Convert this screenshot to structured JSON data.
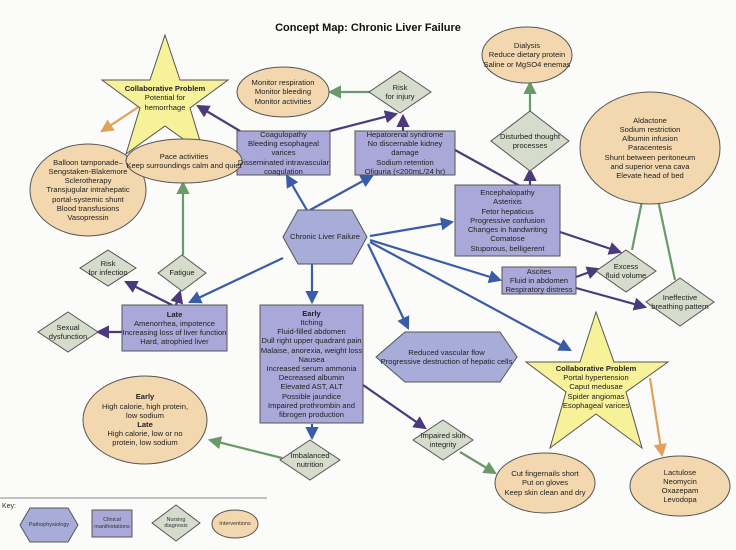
{
  "title": "Concept Map: Chronic Liver Failure",
  "colors": {
    "pathophysiology": "#a7acd8",
    "clinical": "#aaa8d8",
    "nursing": "#d6dccb",
    "interventions": "#f3d8af",
    "collaborative": "#f7f199",
    "arrow_blue": "#3a5ba8",
    "arrow_purple": "#4a3a7c",
    "arrow_green": "#6a9a6a",
    "arrow_orange": "#e0a060"
  },
  "nodes": {
    "star_hemorrhage": {
      "header": "Collaborative Problem",
      "lines": [
        "Potential for",
        "hemorrhage"
      ]
    },
    "balloon": {
      "lines": [
        "Balloon tamponade–",
        "Sengstaken-Blakemore",
        "Sclerotherapy",
        "Transjugular intrahepatic",
        "portal-systemic shunt",
        "Blood transfusions",
        "Vasopressin"
      ]
    },
    "monitor": {
      "lines": [
        "Monitor respiration",
        "Monitor bleeding",
        "Monitor activities"
      ]
    },
    "risk_injury": {
      "lines": [
        "Risk",
        "for injury"
      ]
    },
    "coagulopathy": {
      "lines": [
        "Coagulopathy",
        "Bleeding esophageal varices",
        "Disseminated intravascular",
        "coagulation"
      ]
    },
    "hepatorenal": {
      "lines": [
        "Hepatorenal syndrome",
        "No discernable kidney damage",
        "Sodium retention",
        "Oliguria (<200mL/24 hr)"
      ]
    },
    "dialysis": {
      "lines": [
        "Dialysis",
        "Reduce dietary protein",
        "Saline or MgSO4 enemas"
      ]
    },
    "disturbed": {
      "lines": [
        "Disturbed thought",
        "processes"
      ]
    },
    "aldactone": {
      "lines": [
        "Aldactone",
        "Sodium restriction",
        "Albumin infusion",
        "Paracentesis",
        "Shunt between peritoneum",
        "and superior vena cava",
        "Elevate head of bed"
      ]
    },
    "encephalopathy": {
      "lines": [
        "Encephalopathy",
        "Asterixis",
        "Fetor hepaticus",
        "Progressive confusion",
        "Changes in handwriting",
        "Comatose",
        "Stuporous, belligerent"
      ]
    },
    "pace": {
      "lines": [
        "Pace activities",
        "Keep surroundings calm and quiet"
      ]
    },
    "clf": {
      "lines": [
        "Chronic Liver Failure"
      ]
    },
    "fatigue": {
      "lines": [
        "Fatigue"
      ]
    },
    "risk_infection": {
      "lines": [
        "Risk",
        "for infection"
      ]
    },
    "excess_fluid": {
      "lines": [
        "Excess",
        "fluid volume"
      ]
    },
    "ascites": {
      "lines": [
        "Ascites",
        "Fluid in abdomen",
        "Respiratory distress"
      ]
    },
    "breathing": {
      "lines": [
        "Ineffective",
        "breathing pattern"
      ]
    },
    "late": {
      "header": "Late",
      "lines": [
        "Amenorrhea, impotence",
        "Increasing loss of liver function",
        "Hard, atrophied liver"
      ]
    },
    "sexual": {
      "lines": [
        "Sexual",
        "dysfunction"
      ]
    },
    "early": {
      "header": "Early",
      "lines": [
        "Itching",
        "Fluid-filled abdomen",
        "Dull right upper quadrant pain",
        "Malaise, anorexia, weight loss",
        "Nausea",
        "Increased serum ammonia",
        "Decreased albumin",
        "Elevated AST, ALT",
        "Possible jaundice",
        "Impaired prothrombin and",
        "fibrogen production"
      ]
    },
    "reduced": {
      "lines": [
        "Reduced vascular flow",
        "Progressive destruction of hepatic cells"
      ]
    },
    "star_portal": {
      "header": "Collaborative Problem",
      "lines": [
        "Portal hypertension",
        "Caput medusae",
        "Spider angiomas",
        "Esophageal varices"
      ]
    },
    "nutrition_diet": {
      "header1": "Early",
      "lines1": [
        "High calorie, high protein,",
        "low sodium"
      ],
      "header2": "Late",
      "lines2": [
        "High calorie, low or no",
        "protein, low sodium"
      ]
    },
    "imbalanced": {
      "lines": [
        "Imbalanced",
        "nutrition"
      ]
    },
    "skin": {
      "lines": [
        "Impaired skin",
        "integrity"
      ]
    },
    "fingernails": {
      "lines": [
        "Cut fingernails short",
        "Put on gloves",
        "Keep skin clean and dry"
      ]
    },
    "lactulose": {
      "lines": [
        "Lactulose",
        "Neomycin",
        "Oxazepam",
        "Levodopa"
      ]
    }
  },
  "key": {
    "label": "Key:",
    "items": [
      "Pathophysiology",
      "Clinical manifestations",
      "Nursing diagnosis",
      "Interventions"
    ]
  }
}
